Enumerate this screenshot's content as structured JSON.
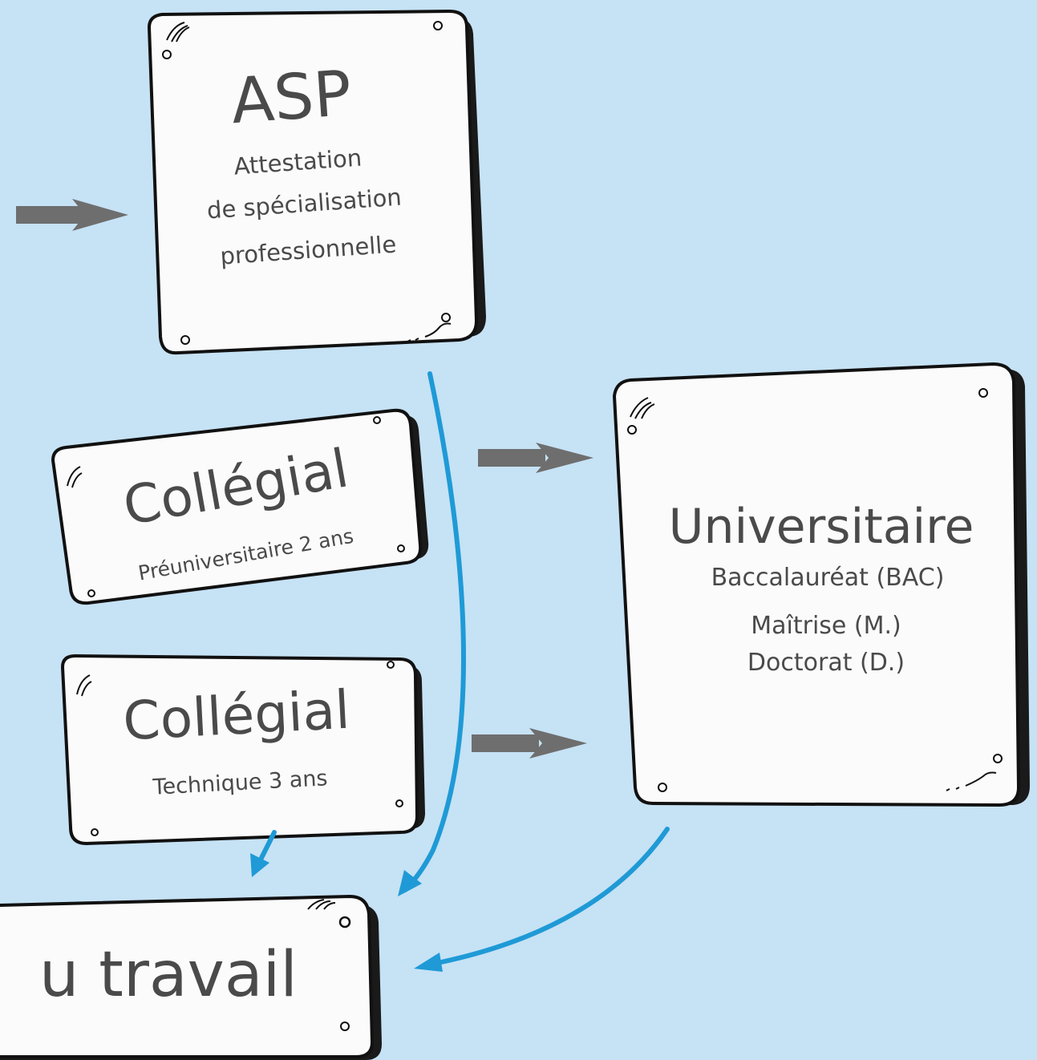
{
  "palette": {
    "background": "#c6e2f5",
    "card": "#fbfbfb",
    "outline": "#111111",
    "text": "#4a4a4a",
    "gray_arrow": "#6e6e6e",
    "blue_arrow": "#1f9ad6"
  },
  "nodes": {
    "asp": {
      "title": "ASP",
      "lines": [
        "Attestation",
        "de spécialisation",
        "professionnelle"
      ]
    },
    "collegial_pre": {
      "title": "Collégial",
      "subtitle": "Préuniversitaire 2 ans"
    },
    "collegial_tech": {
      "title": "Collégial",
      "subtitle": "Technique 3 ans"
    },
    "universitaire": {
      "title": "Universitaire",
      "lines": [
        "Baccalauréat (BAC)",
        "Maîtrise (M.)",
        "Doctorat (D.)"
      ]
    },
    "marche_travail": {
      "title": "u travail"
    }
  }
}
